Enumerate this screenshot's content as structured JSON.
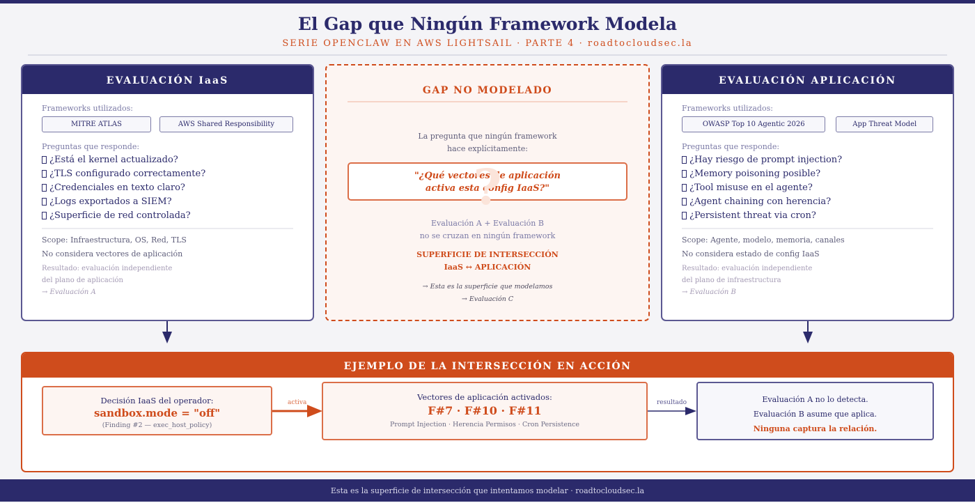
{
  "header": {
    "title": "El Gap que Ningún Framework Modela",
    "subtitle": "SERIE OPENCLAW EN AWS LIGHTSAIL · PARTE 4 · roadtocloudsec.la"
  },
  "left": {
    "title": "EVALUACIÓN IaaS",
    "frameworks_label": "Frameworks utilizados:",
    "frameworks": [
      "MITRE ATLAS",
      "AWS Shared Responsibility"
    ],
    "questions_label": "Preguntas que responde:",
    "questions": [
      "¿Está el kernel actualizado?",
      "¿TLS configurado correctamente?",
      "¿Credenciales en texto claro?",
      "¿Logs exportados a SIEM?",
      "¿Superficie de red controlada?"
    ],
    "scope": "Scope: Infraestructura, OS, Red, TLS",
    "not_considered": "No considera vectores de aplicación",
    "result_1": "Resultado: evaluación independiente",
    "result_2": "del plano de aplicación",
    "evaluation": "→ Evaluación A"
  },
  "center": {
    "title": "GAP NO MODELADO",
    "watermark": "?",
    "intro_1": "La pregunta que ningún framework",
    "intro_2": "hace explícitamente:",
    "quote_1": "\"¿Qué vectores de aplicación",
    "quote_2": "activa esta config IaaS?\"",
    "note_1": "Evaluación A + Evaluación B",
    "note_2": "no se cruzan en ningún framework",
    "surface_1": "SUPERFICIE DE INTERSECCIÓN",
    "surface_2": "IaaS ↔ APLICACIÓN",
    "model_1": "→ Esta es la superficie que modelamos",
    "model_2": "→ Evaluación C"
  },
  "right": {
    "title": "EVALUACIÓN APLICACIÓN",
    "frameworks_label": "Frameworks utilizados:",
    "frameworks": [
      "OWASP Top 10 Agentic 2026",
      "App Threat Model"
    ],
    "questions_label": "Preguntas que responde:",
    "questions": [
      "¿Hay riesgo de prompt injection?",
      "¿Memory poisoning posible?",
      "¿Tool misuse en el agente?",
      "¿Agent chaining con herencia?",
      "¿Persistent threat via cron?"
    ],
    "scope": "Scope: Agente, modelo, memoria, canales",
    "not_considered": "No considera estado de config IaaS",
    "result_1": "Resultado: evaluación independiente",
    "result_2": "del plano de infraestructura",
    "evaluation": "→ Evaluación B"
  },
  "example": {
    "title": "EJEMPLO DE LA INTERSECCIÓN EN ACCIÓN",
    "decision_label": "Decisión IaaS del operador:",
    "decision_value": "sandbox.mode = \"off\"",
    "decision_note": "(Finding #2 — exec_host_policy)",
    "arrow1": "activa",
    "vectors_label": "Vectores de aplicación activados:",
    "vectors_value": "F#7 · F#10 · F#11",
    "vectors_note": "Prompt Injection · Herencia Permisos · Cron Persistence",
    "arrow2": "resultado",
    "result_1": "Evaluación A no lo detecta.",
    "result_2": "Evaluación B asume que aplica.",
    "result_3": "Ninguna captura la relación."
  },
  "footer": {
    "text": "Esta es la superficie de intersección que intentamos modelar · roadtocloudsec.la"
  },
  "colors": {
    "navy": "#2b2a6b",
    "orange": "#cf4c1c"
  }
}
